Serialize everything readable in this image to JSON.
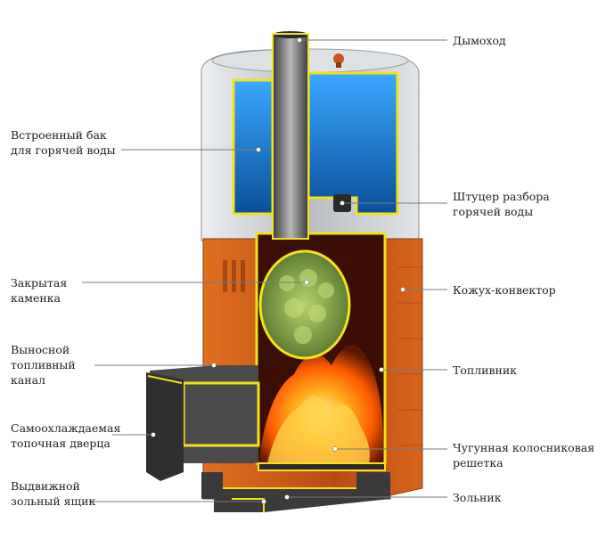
{
  "labels": {
    "chimney": [
      "Дымоход"
    ],
    "tank": [
      "Встроенный бак",
      "для горячей воды"
    ],
    "fitting": [
      "Штуцер разбора",
      "горячей воды"
    ],
    "stones": [
      "Закрытая",
      "каменка"
    ],
    "convector": [
      "Кожух-конвектор"
    ],
    "fuel_channel": [
      "Выносной",
      "топливный",
      "канал"
    ],
    "firebox": [
      "Топливник"
    ],
    "door": [
      "Самоохлаждаемая",
      "топочная дверца"
    ],
    "grate": [
      "Чугунная колосниковая",
      "решетка"
    ],
    "ashbox": [
      "Выдвижной",
      "зольный ящик"
    ],
    "ashpit": [
      "Зольник"
    ]
  },
  "colors": {
    "outline": "#f2e21a",
    "steel": "#c9ccd0",
    "water": "#1e8fe0",
    "casing": "#c4571c",
    "dark_metal": "#3a3a3a",
    "fire": "#ff7a10",
    "stones": "#8fb04a",
    "leader": "#7a7a7a"
  }
}
